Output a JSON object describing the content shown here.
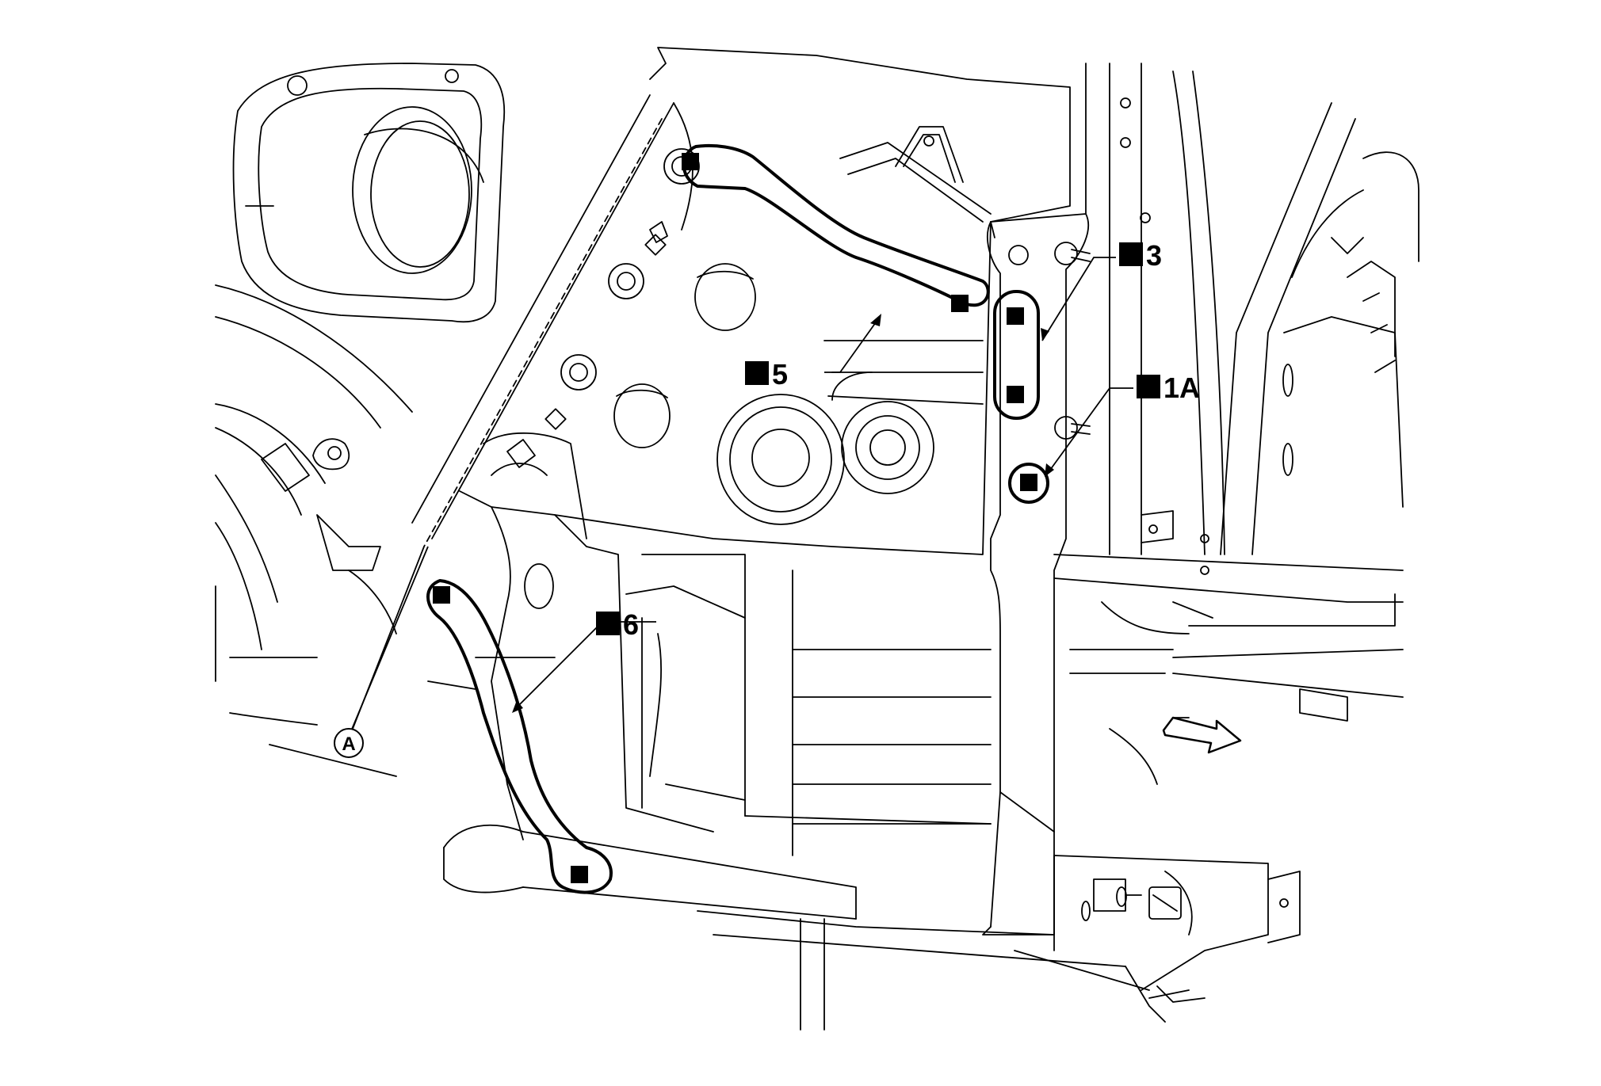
{
  "callouts": {
    "c1a": {
      "text": "1A"
    },
    "c3": {
      "text": "3"
    },
    "c5": {
      "text": "5"
    },
    "c6": {
      "text": "6"
    }
  },
  "reference": {
    "text": "A"
  },
  "colors": {
    "line": "#000000",
    "background": "#ffffff"
  }
}
